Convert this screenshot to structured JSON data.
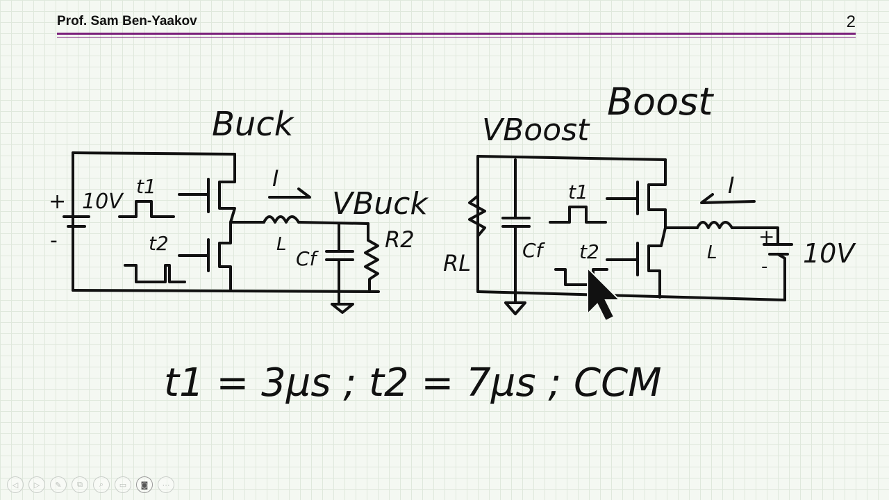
{
  "header": {
    "author": "Prof. Sam Ben-Yaakov",
    "page": "2"
  },
  "buck": {
    "title": "Buck",
    "source": "10V",
    "plus": "+",
    "minus": "-",
    "t1": "t1",
    "t2": "t2",
    "current": "I",
    "inductor": "L",
    "cap": "Cf",
    "vout": "VBuck",
    "load": "R2"
  },
  "boost": {
    "title": "Boost",
    "vout": "VBoost",
    "load": "RL",
    "cap": "Cf",
    "t1": "t1",
    "t2": "t2",
    "current": "I",
    "inductor": "L",
    "source": "10V",
    "plus": "+",
    "minus": "-"
  },
  "equation": "t1 = 3µs ; t2 = 7µs ; CCM",
  "toolbar": {
    "icons": [
      "◁",
      "▷",
      "✎",
      "⧉",
      "⌕",
      "▭",
      "◙",
      "⋯"
    ]
  }
}
